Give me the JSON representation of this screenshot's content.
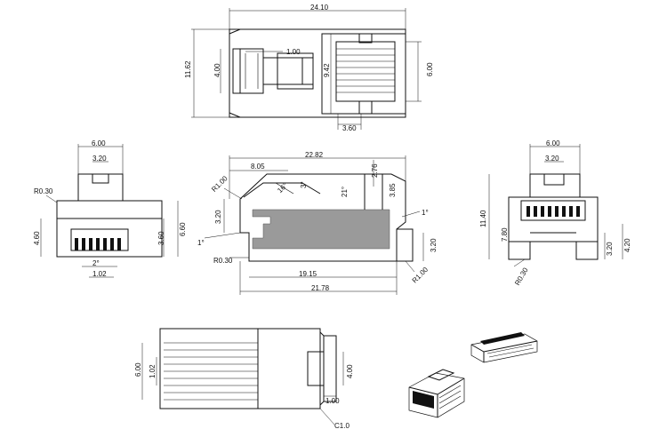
{
  "top_view": {
    "overall_length": "24.10",
    "height": "11.62",
    "latch_width": "1.00",
    "latch_height": "4.00",
    "contact_span": "9.42",
    "body_height": "6.00",
    "contact_depth": "3.60"
  },
  "front_view": {
    "width": "6.00",
    "latch_width": "3.20",
    "corner_radius": "R0.30",
    "height": "4.60",
    "total_height": "6.60",
    "lower_height": "3.60",
    "contact_pitch": "1.02",
    "pitch_count": "2°"
  },
  "side_view": {
    "overall_length": "22.82",
    "latch_length": "8.05",
    "tip_height": "2.76",
    "angle_16": "16°",
    "latch_offset": "3°",
    "slot_21": "21°",
    "slot_depth": "3.85",
    "radius_top": "R1.00",
    "height_left": "3.20",
    "angle_left": "1°",
    "angle_right": "1°",
    "radius_bottom_left": "R0.30",
    "lower_length": "19.15",
    "radius_bottom_right": "R1.00",
    "height_right": "3.20",
    "body_length": "21.78"
  },
  "rear_view": {
    "width": "6.00",
    "latch_width": "3.20",
    "total_height": "11.40",
    "body_height": "7.80",
    "latch_depth": "3.20",
    "right_height": "4.20",
    "corner_radius": "R0.30"
  },
  "bottom_view": {
    "height": "6.00",
    "contact_pitch": "1.02",
    "latch_height": "4.00",
    "latch_width": "1.00",
    "chamfer": "C1.0"
  },
  "colors": {
    "line": "#111111",
    "fill": "#9a9a9a",
    "background": "#ffffff"
  }
}
